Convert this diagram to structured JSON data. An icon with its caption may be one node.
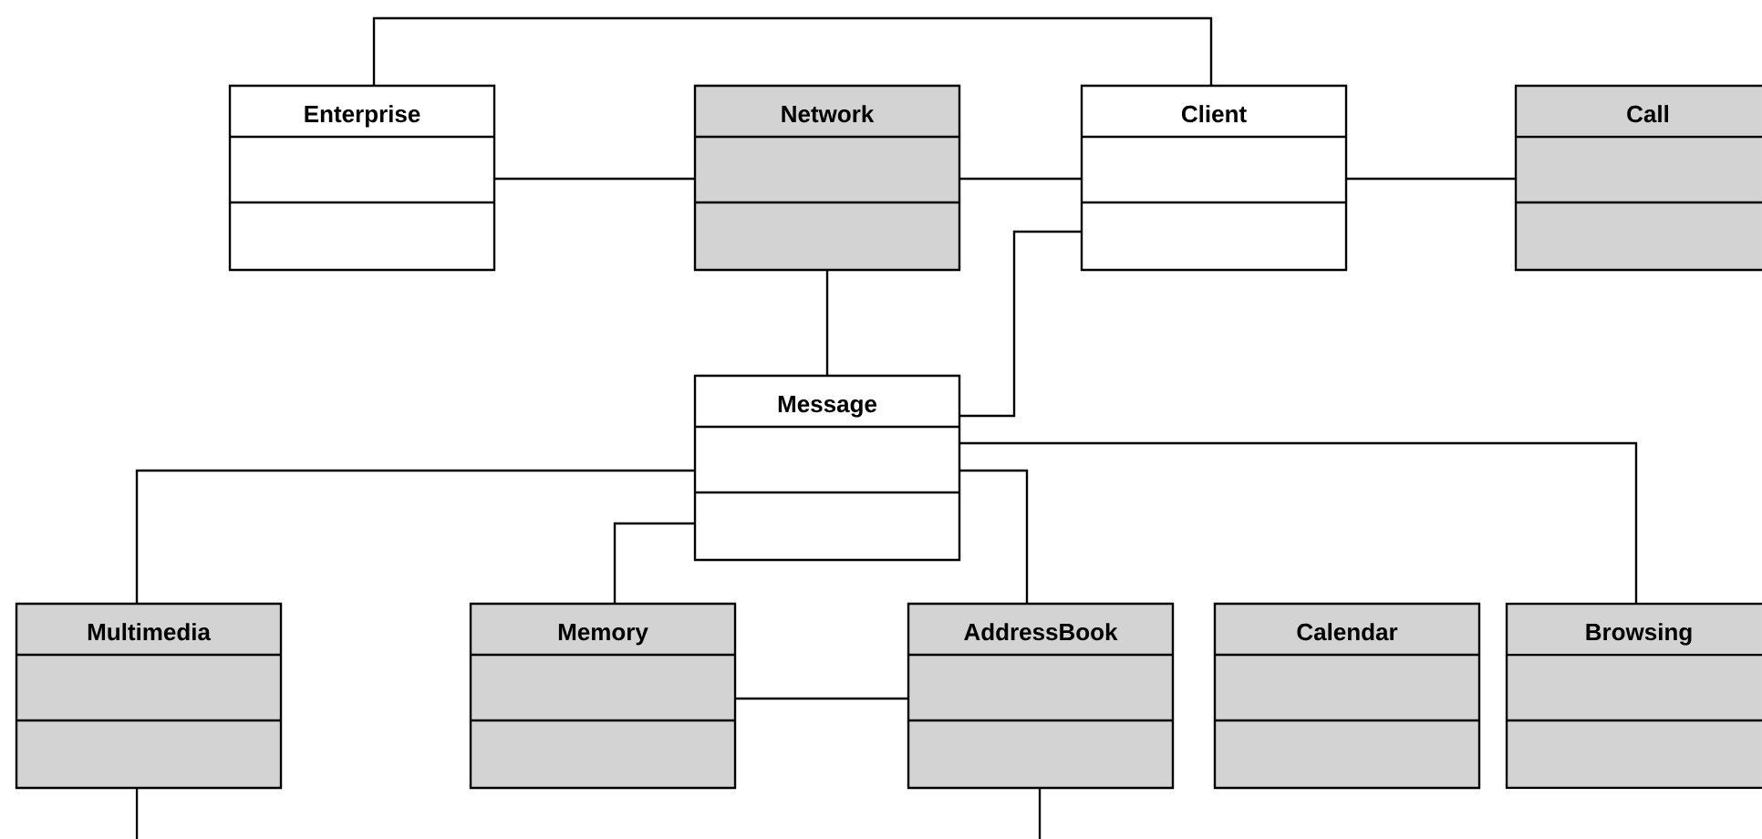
{
  "diagram": {
    "nodes": [
      {
        "text": [
          "Enterprise"
        ]
      },
      {
        "text": [
          "Network"
        ]
      },
      {
        "text": [
          "Client"
        ]
      },
      {
        "text": [
          "Call"
        ]
      },
      {
        "text": [
          "Message"
        ]
      },
      {
        "text": [
          "Multimedia"
        ]
      },
      {
        "text": [
          "Memory"
        ]
      },
      {
        "text": [
          "AddressBook"
        ]
      },
      {
        "text": [
          "Calendar"
        ]
      },
      {
        "text": [
          "Browsing"
        ]
      }
    ],
    "edges": [
      {
        "from": 0,
        "to": 2,
        "arrow": "none"
      },
      {
        "from": 0,
        "to": 1,
        "arrow": "none"
      },
      {
        "from": 1,
        "to": 2,
        "arrow": "none"
      },
      {
        "from": 2,
        "to": 3,
        "arrow": "none"
      },
      {
        "from": 1,
        "to": 4,
        "arrow": "none"
      },
      {
        "from": 2,
        "to": 4,
        "arrow": "none"
      },
      {
        "from": 4,
        "to": 5,
        "arrow": "none"
      },
      {
        "from": 4,
        "to": 6,
        "arrow": "none"
      },
      {
        "from": 4,
        "to": 7,
        "arrow": "none"
      },
      {
        "from": 4,
        "to": 9,
        "arrow": "none"
      },
      {
        "from": 6,
        "to": 7,
        "arrow": "none"
      },
      {
        "from": 5,
        "to": null,
        "arrow": "none"
      },
      {
        "from": 7,
        "to": null,
        "arrow": "none"
      }
    ]
  }
}
